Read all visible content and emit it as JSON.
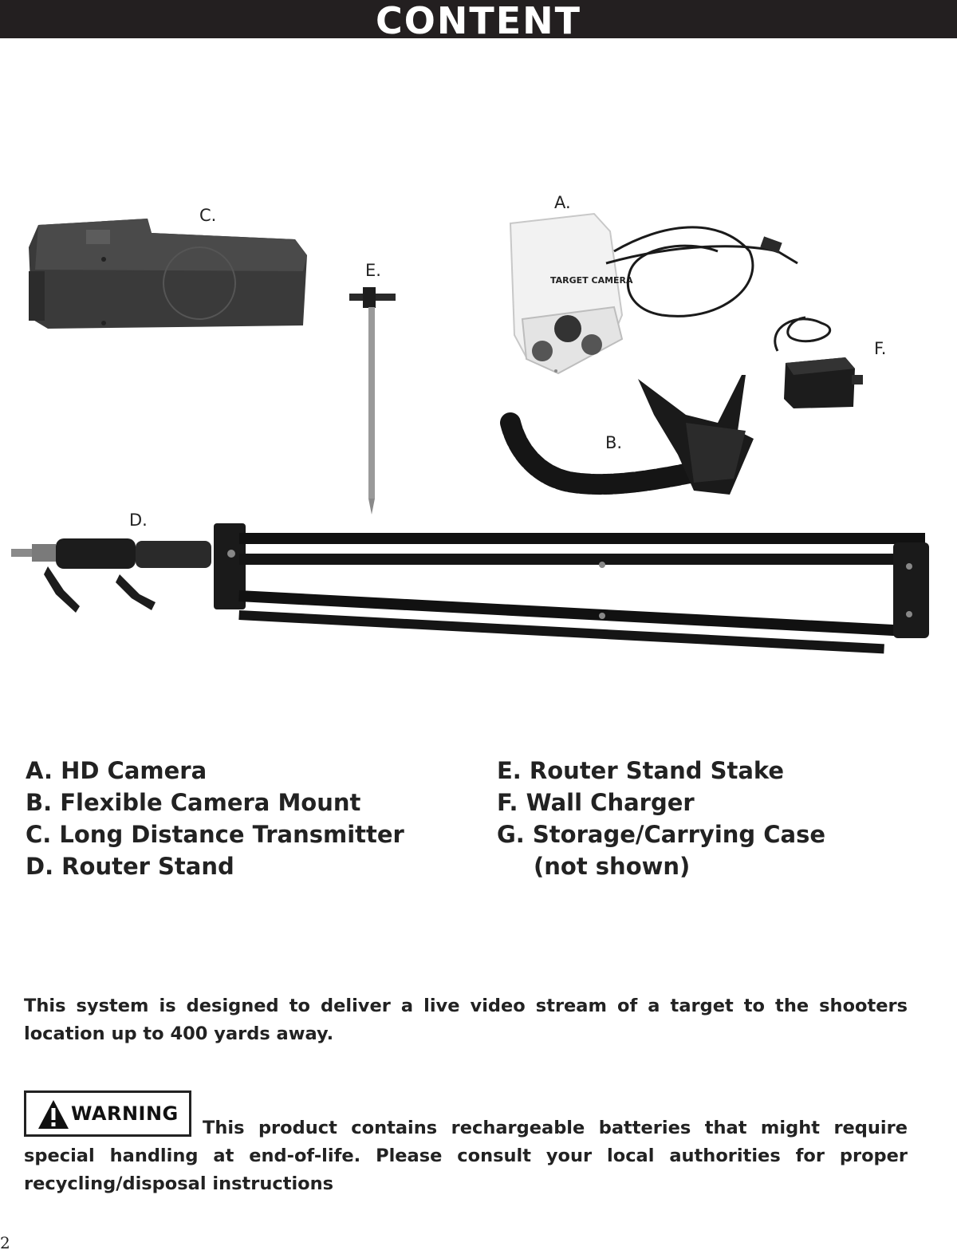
{
  "header": {
    "title": "CONTENT"
  },
  "callouts": {
    "a": "A.",
    "b": "B.",
    "c": "C.",
    "d": "D.",
    "e": "E.",
    "f": "F."
  },
  "photo_camera_brand": "TARGET CAMERA",
  "legend": {
    "left": [
      "A. HD Camera",
      "B. Flexible Camera Mount",
      "C. Long Distance Transmitter",
      "D. Router Stand"
    ],
    "right": [
      "E. Router Stand Stake",
      "F. Wall Charger",
      "G. Storage/Carrying Case",
      "(not shown)"
    ]
  },
  "intro_text": "This system is designed to deliver a live video stream of  a target to the shooters location up to 400 yards away.",
  "warning": {
    "label": "WARNING",
    "text": "This product contains rechargeable batteries that might require special handling at end-of-life.  Please consult your local authorities for proper recycling/disposal instructions"
  },
  "page_number": "2"
}
